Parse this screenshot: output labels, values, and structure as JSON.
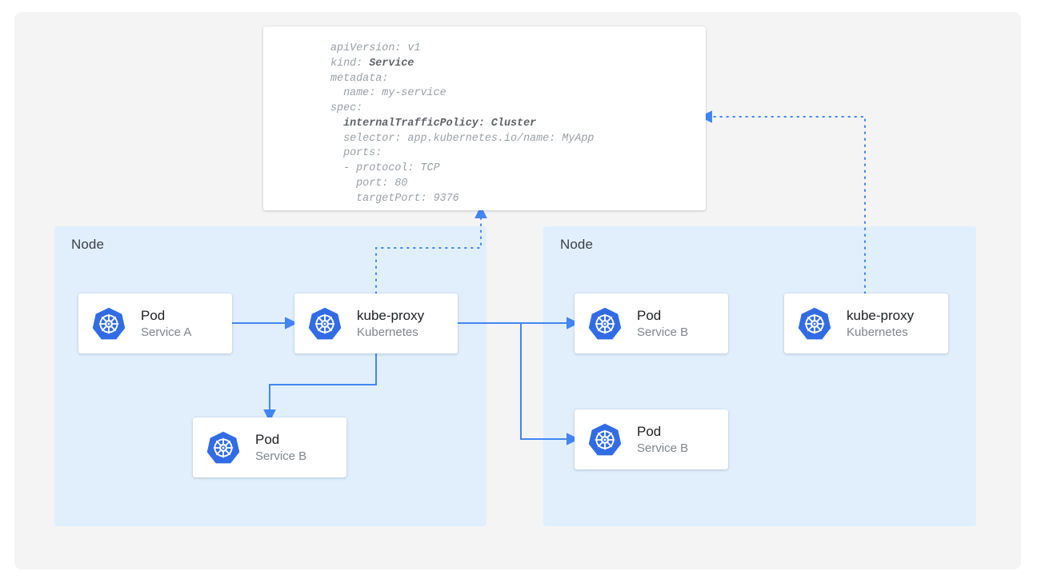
{
  "diagram": {
    "title": "Kubernetes Service internalTrafficPolicy Cluster diagram",
    "accent_blue": "#4285f4",
    "node_fill": "#e1effd",
    "canvas_fill": "#f4f4f4",
    "card_fill": "#ffffff",
    "yaml_text_color": "#9aa0a6"
  },
  "spec_card": {
    "name": "service-yaml-spec",
    "lines": [
      {
        "text": "apiVersion: v1",
        "bold_part": ""
      },
      {
        "text": "kind: ",
        "bold_part": "Service"
      },
      {
        "text": "metadata:",
        "bold_part": ""
      },
      {
        "text": "  name: my-service",
        "bold_part": ""
      },
      {
        "text": "spec:",
        "bold_part": ""
      },
      {
        "text": "  ",
        "bold_part": "internalTrafficPolicy: Cluster"
      },
      {
        "text": "  selector: app.kubernetes.io/name: MyApp",
        "bold_part": ""
      },
      {
        "text": "  ports:",
        "bold_part": ""
      },
      {
        "text": "  - protocol: TCP",
        "bold_part": ""
      },
      {
        "text": "    port: 80",
        "bold_part": ""
      },
      {
        "text": "    targetPort: 9376",
        "bold_part": ""
      }
    ]
  },
  "nodes": [
    {
      "label": "Node",
      "id": "node-left"
    },
    {
      "label": "Node",
      "id": "node-right"
    }
  ],
  "cards": [
    {
      "id": "pod-service-a",
      "title": "Pod",
      "subtitle": "Service A",
      "icon": "kubernetes-icon"
    },
    {
      "id": "kube-proxy-left",
      "title": "kube-proxy",
      "subtitle": "Kubernetes",
      "icon": "kubernetes-icon"
    },
    {
      "id": "pod-service-b-local",
      "title": "Pod",
      "subtitle": "Service B",
      "icon": "kubernetes-icon"
    },
    {
      "id": "pod-service-b-remote-1",
      "title": "Pod",
      "subtitle": "Service B",
      "icon": "kubernetes-icon"
    },
    {
      "id": "pod-service-b-remote-2",
      "title": "Pod",
      "subtitle": "Service B",
      "icon": "kubernetes-icon"
    },
    {
      "id": "kube-proxy-right",
      "title": "kube-proxy",
      "subtitle": "Kubernetes",
      "icon": "kubernetes-icon"
    }
  ]
}
